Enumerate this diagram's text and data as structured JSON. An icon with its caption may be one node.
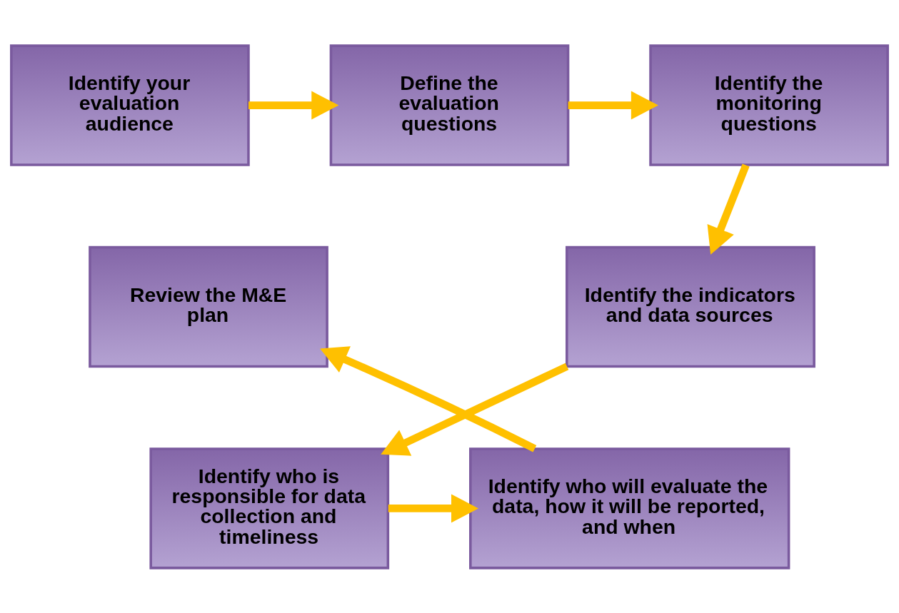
{
  "diagram": {
    "nodes": [
      {
        "text": [
          "Identify your evaluation audience"
        ]
      },
      {
        "text": [
          "Define the evaluation questions"
        ]
      },
      {
        "text": [
          "Identify the monitoring questions"
        ]
      },
      {
        "text": [
          "Identify the indicators and data sources"
        ]
      },
      {
        "text": [
          "Identify who is responsible for data collection and timeliness"
        ]
      },
      {
        "text": [
          "Identify who will evaluate the data, how it will be reported, and when"
        ]
      },
      {
        "text": [
          "Review the M&E plan"
        ]
      }
    ],
    "edges": [
      {
        "from": 0,
        "to": 1,
        "arrow": "to"
      },
      {
        "from": 1,
        "to": 2,
        "arrow": "to"
      },
      {
        "from": 2,
        "to": 3,
        "arrow": "to"
      },
      {
        "from": 3,
        "to": 4,
        "arrow": "to"
      },
      {
        "from": 4,
        "to": 5,
        "arrow": "to"
      },
      {
        "from": 5,
        "to": 6,
        "arrow": "to"
      }
    ]
  }
}
